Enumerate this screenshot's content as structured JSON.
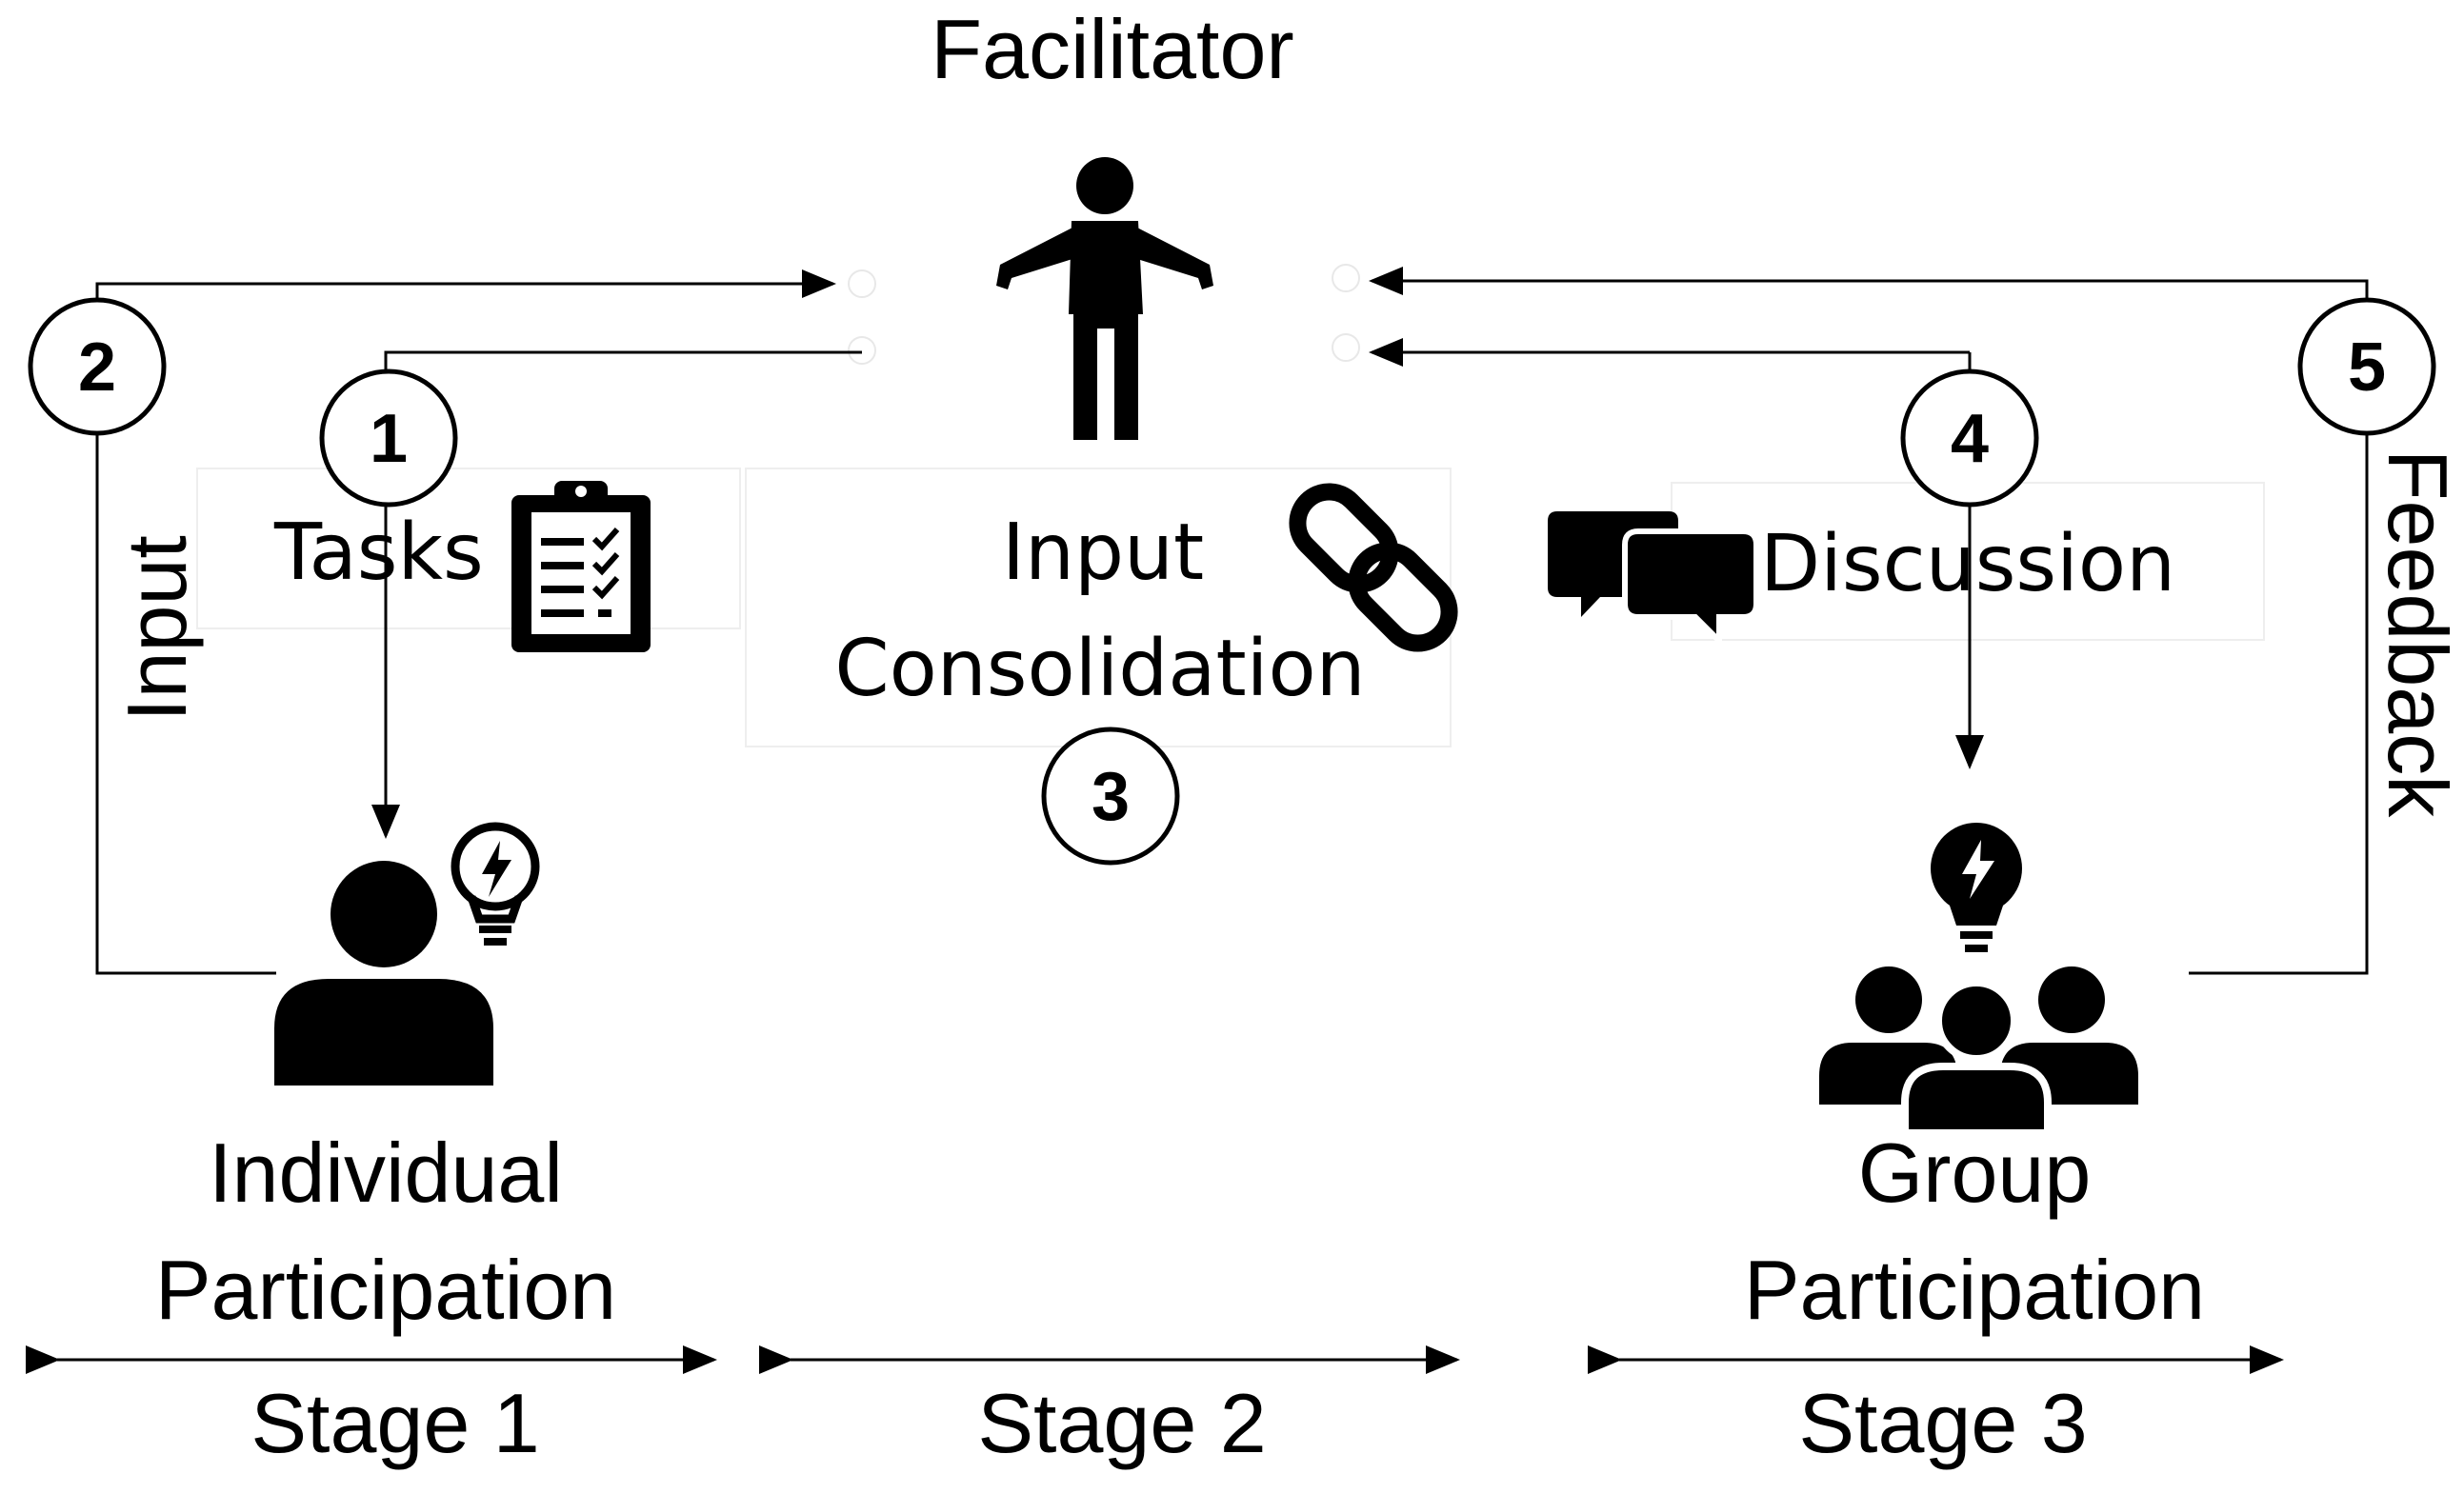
{
  "facilitator": {
    "label": "Facilitator",
    "icon": "facilitator-person-icon"
  },
  "steps": [
    {
      "number": "1",
      "label": "Tasks",
      "icon": "clipboard-checklist-icon"
    },
    {
      "number": "2",
      "label": "Input"
    },
    {
      "number": "3",
      "label_line1": "Input",
      "label_line2": "Consolidation",
      "icon": "chain-link-icon"
    },
    {
      "number": "4",
      "label": "Discussion",
      "icon": "speech-bubbles-icon"
    },
    {
      "number": "5",
      "label": "Feedback"
    }
  ],
  "individual": {
    "line1": "Individual",
    "line2": "Participation",
    "icons": [
      "person-icon",
      "lightbulb-icon"
    ]
  },
  "group": {
    "line1": "Group",
    "line2": "Participation",
    "icons": [
      "group-icon",
      "lightbulb-icon"
    ]
  },
  "stages": [
    {
      "label": "Stage 1"
    },
    {
      "label": "Stage 2"
    },
    {
      "label": "Stage 3"
    }
  ],
  "colors": {
    "ink": "#000000",
    "background": "#ffffff",
    "label_box_border": "#eeeeee"
  }
}
